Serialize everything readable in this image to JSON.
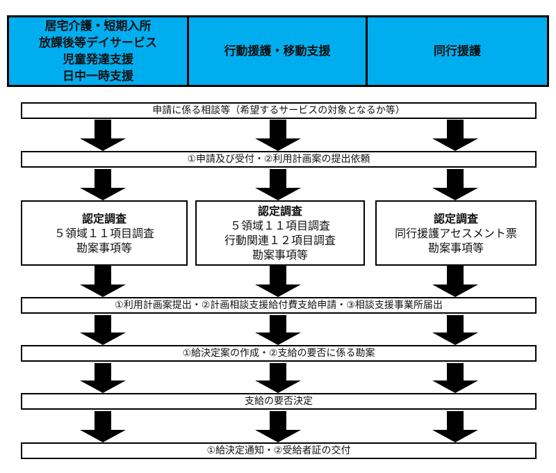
{
  "header": {
    "columns": [
      {
        "lines": [
          "居宅介護・短期入所",
          "放課後等デイサービス",
          "児童発達支援",
          "日中一時支援"
        ]
      },
      {
        "lines": [
          "行動援護・移動支援"
        ]
      },
      {
        "lines": [
          "同行援護"
        ]
      }
    ]
  },
  "steps": {
    "s1": "申請に係る相談等（希望するサービスの対象となるか等）",
    "s2": "①申請及び受付・②利用計画案の提出依頼",
    "s4": "①利用計画案提出・②計画相談支援給付費支給申請・③相談支援事業所届出",
    "s5": "①給決定案の作成・②支給の要否に係る勘案",
    "s6": "支給の要否決定",
    "s7": "①給決定通知・②受給者証の交付"
  },
  "surveys": [
    {
      "title": "認定調査",
      "lines": [
        "５領域１１項目調査",
        "勘案事項等"
      ]
    },
    {
      "title": "認定調査",
      "lines": [
        "５領域１１項目調査",
        "行動関連１２項目調査",
        "勘案事項等"
      ]
    },
    {
      "title": "認定調査",
      "lines": [
        "同行援護アセスメント票",
        "勘案事項等"
      ]
    }
  ]
}
